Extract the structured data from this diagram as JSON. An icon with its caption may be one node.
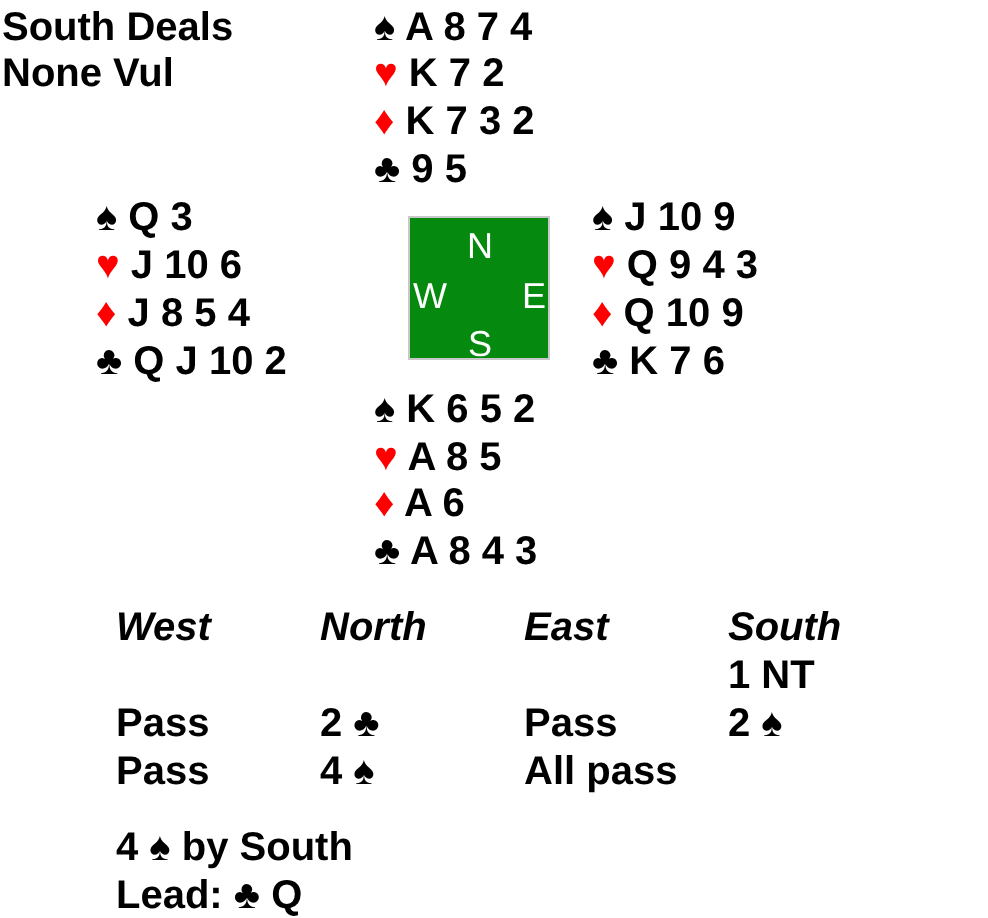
{
  "diagram": {
    "nodes": [
      {
        "text": [
          "N",
          "W",
          "E",
          "S"
        ]
      }
    ],
    "labels": [
      "South Deals",
      "None Vul",
      "♠ A 8 7 4",
      "♥ K 7 2",
      "♦ K 7 3 2",
      "♣ 9 5",
      "♠ Q 3",
      "♥ J 10 6",
      "♦ J 8 5 4",
      "♣ Q J 10 2",
      "♠ J 10 9",
      "♥ Q 9 4 3",
      "♦ Q 10 9",
      "♣ K 7 6",
      "♠ K 6 5 2",
      "♥ A 8 5",
      "♦ A 6",
      "♣ A 8 4 3",
      "West",
      "North",
      "East",
      "South",
      "1 NT",
      "Pass",
      "2 ♣",
      "Pass",
      "2 ♠",
      "Pass",
      "4 ♠",
      "All pass",
      "4 ♠ by South",
      "Lead: ♣ Q"
    ]
  }
}
